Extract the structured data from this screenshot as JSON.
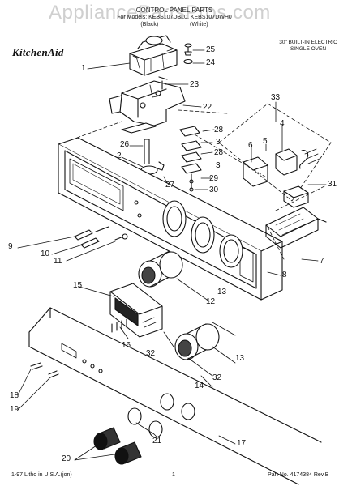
{
  "watermark": "AppliancePartsPros.com",
  "header": {
    "title_line1": "CONTROL PANEL PARTS",
    "title_line2": "For Models: KEBS107DBL0, KEBS107DWH0",
    "title_line3": "(Black)                    (White)",
    "brand": "KitchenAid",
    "oven_type_line1": "30\" BUILT-IN ELECTRIC",
    "oven_type_line2": "SINGLE OVEN"
  },
  "callouts": [
    "1",
    "2",
    "3",
    "3",
    "4",
    "5",
    "6",
    "7",
    "8",
    "9",
    "10",
    "11",
    "12",
    "13",
    "13",
    "14",
    "15",
    "16",
    "17",
    "18",
    "19",
    "20",
    "21",
    "22",
    "23",
    "24",
    "25",
    "26",
    "27",
    "28",
    "28",
    "29",
    "30",
    "31",
    "32",
    "32",
    "33"
  ],
  "footer": {
    "left": "1-97 Litho in U.S.A.(jon)",
    "center": "1",
    "right": "Part No. 4174384 Rev.B"
  }
}
